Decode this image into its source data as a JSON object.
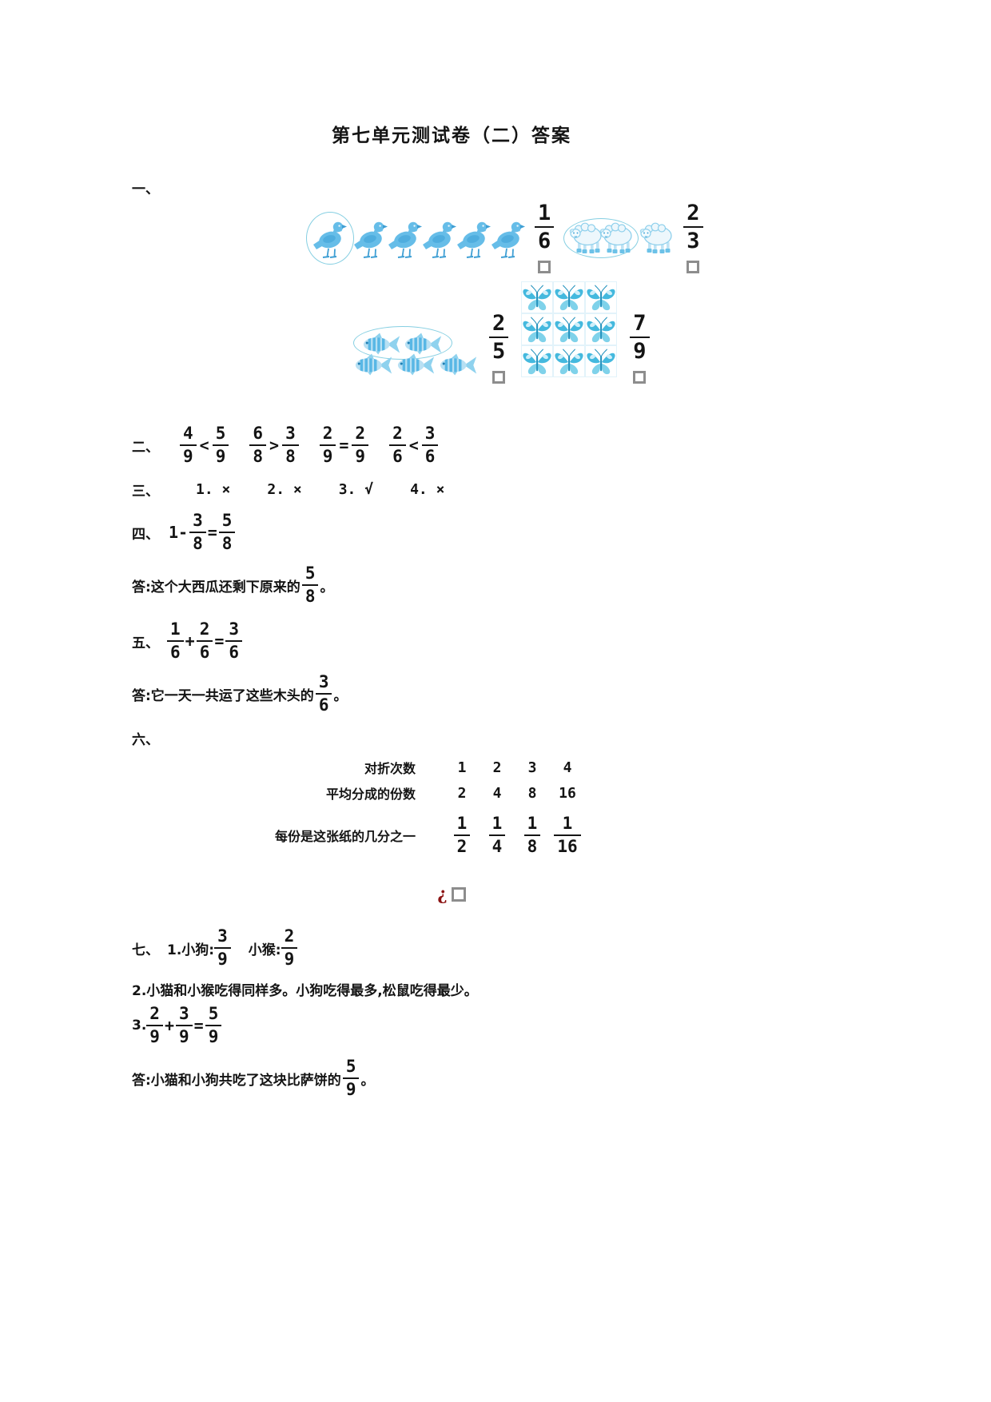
{
  "title": "第七单元测试卷（二）答案",
  "q1": {
    "marker": "一、",
    "birds_circled": {
      "icon": "bird",
      "count": 1
    },
    "birds_rest": {
      "icon": "bird",
      "count": 5
    },
    "frac_birds": {
      "n": "1",
      "d": "6"
    },
    "sheep_circled": {
      "icon": "sheep",
      "count": 2
    },
    "sheep_rest": {
      "icon": "sheep",
      "count": 1
    },
    "frac_sheep": {
      "n": "2",
      "d": "3"
    },
    "fish_circled": {
      "icon": "fish",
      "count": 2
    },
    "fish_rest": {
      "icon": "fish",
      "count": 3
    },
    "frac_fish": {
      "n": "2",
      "d": "5"
    },
    "butterflies": {
      "icon": "butterfly",
      "count": 9
    },
    "frac_butterflies": {
      "n": "7",
      "d": "9"
    }
  },
  "q2": {
    "marker": "二、",
    "comparisons": [
      {
        "left": {
          "n": "4",
          "d": "9"
        },
        "op": "<",
        "right": {
          "n": "5",
          "d": "9"
        }
      },
      {
        "left": {
          "n": "6",
          "d": "8"
        },
        "op": ">",
        "right": {
          "n": "3",
          "d": "8"
        }
      },
      {
        "left": {
          "n": "2",
          "d": "9"
        },
        "op": "=",
        "right": {
          "n": "2",
          "d": "9"
        }
      },
      {
        "left": {
          "n": "2",
          "d": "6"
        },
        "op": "<",
        "right": {
          "n": "3",
          "d": "6"
        }
      }
    ]
  },
  "q3": {
    "marker": "三、",
    "items": [
      "1. ×",
      "2. ×",
      "3. √",
      "4. ×"
    ]
  },
  "q4": {
    "marker": "四、",
    "lead": "1-",
    "frac1": {
      "n": "3",
      "d": "8"
    },
    "eq": "=",
    "frac2": {
      "n": "5",
      "d": "8"
    },
    "answer_prefix": "答:这个大西瓜还剩下原来的",
    "answer_frac": {
      "n": "5",
      "d": "8"
    },
    "answer_suffix": "。"
  },
  "q5": {
    "marker": "五、",
    "frac1": {
      "n": "1",
      "d": "6"
    },
    "plus": "+",
    "frac2": {
      "n": "2",
      "d": "6"
    },
    "eq": "=",
    "frac3": {
      "n": "3",
      "d": "6"
    },
    "answer_prefix": "答:它一天一共运了这些木头的",
    "answer_frac": {
      "n": "3",
      "d": "6"
    },
    "answer_suffix": "。"
  },
  "q6": {
    "marker": "六、",
    "table": {
      "rows": [
        {
          "label": "对折次数",
          "values": [
            "1",
            "2",
            "3",
            "4"
          ]
        },
        {
          "label": "平均分成的份数",
          "values": [
            "2",
            "4",
            "8",
            "16"
          ]
        }
      ],
      "frac_row": {
        "label": "每份是这张纸的几分之一",
        "fracs": [
          {
            "n": "1",
            "d": "2"
          },
          {
            "n": "1",
            "d": "4"
          },
          {
            "n": "1",
            "d": "8"
          },
          {
            "n": "1",
            "d": "16"
          }
        ]
      }
    },
    "glyph": "¿"
  },
  "q7": {
    "marker": "七、",
    "line1_prefix": "1.小狗:",
    "frac_dog": {
      "n": "3",
      "d": "9"
    },
    "line1_mid": "小猴:",
    "frac_monkey": {
      "n": "2",
      "d": "9"
    },
    "line2": "2.小猫和小猴吃得同样多。小狗吃得最多,松鼠吃得最少。",
    "line3_prefix": "3.",
    "frac1": {
      "n": "2",
      "d": "9"
    },
    "plus": "+",
    "frac2": {
      "n": "3",
      "d": "9"
    },
    "eq": "=",
    "frac3": {
      "n": "5",
      "d": "9"
    },
    "answer_prefix": "答:小猫和小狗共吃了这块比萨饼的",
    "answer_frac": {
      "n": "5",
      "d": "9"
    },
    "answer_suffix": "。"
  }
}
